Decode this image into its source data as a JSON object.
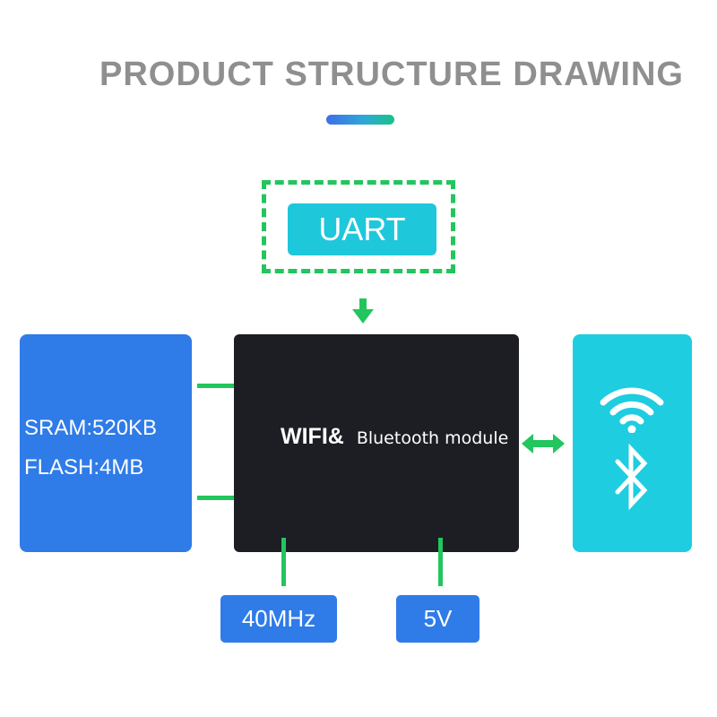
{
  "header": {
    "title": "PRODUCT STRUCTURE DRAWING"
  },
  "uart": {
    "label": "UART"
  },
  "memory": {
    "sram": "SRAM:520KB",
    "flash": "FLASH:4MB"
  },
  "module": {
    "wifi_label": "WIFI&",
    "bluetooth_label": "Bluetooth module"
  },
  "wireless": {
    "icons": [
      "wifi-icon",
      "bluetooth-icon"
    ]
  },
  "specs": {
    "clock": "40MHz",
    "voltage": "5V"
  },
  "colors": {
    "title_gray": "#8f8f8f",
    "green_accent": "#22c55e",
    "blue_box": "#2f7be8",
    "cyan_box": "#1ecde0",
    "module_dark": "#1d1e24"
  }
}
